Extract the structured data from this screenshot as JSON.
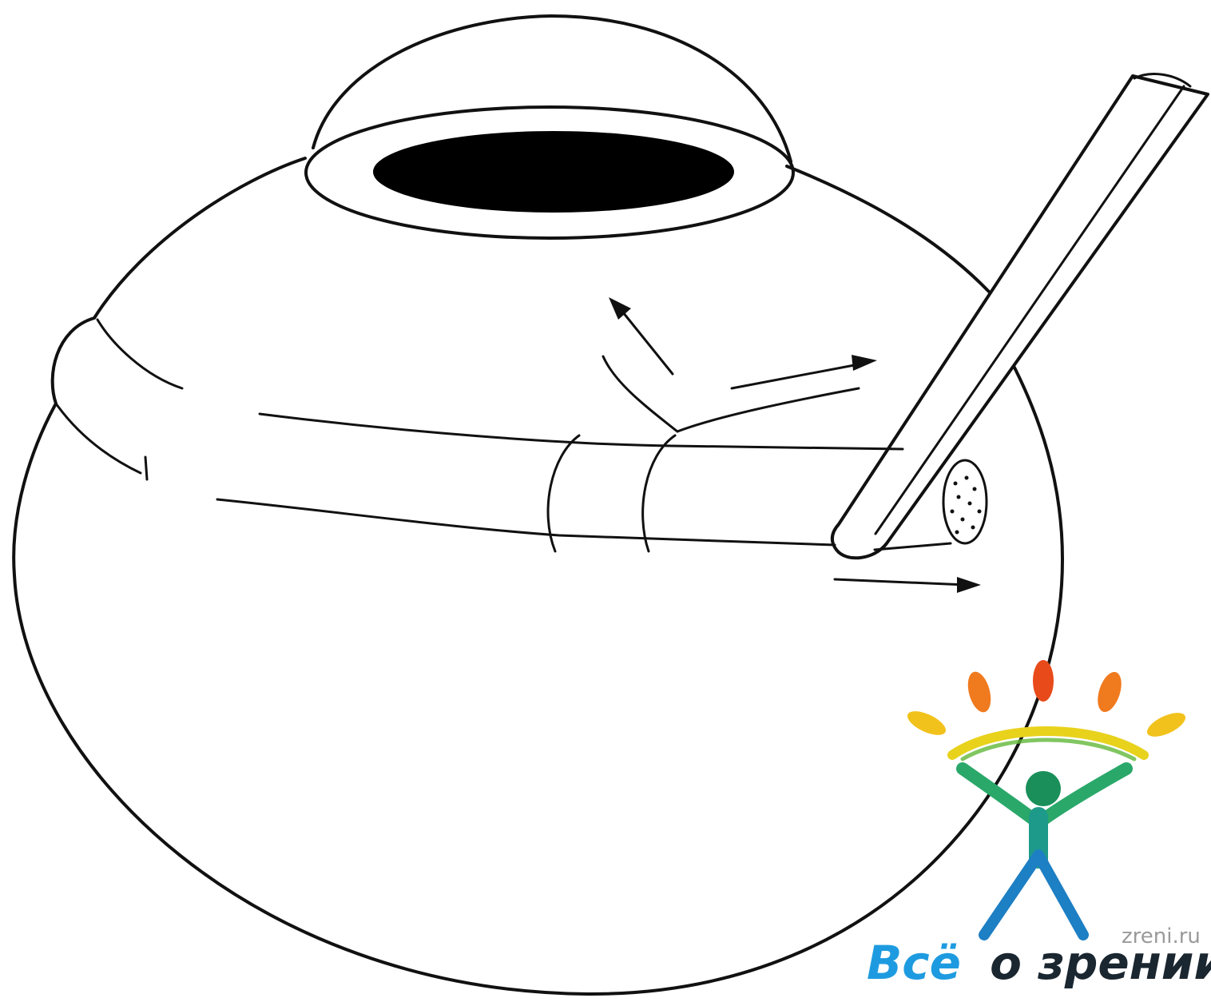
{
  "diagram": {
    "colors": {
      "ink": "#111111",
      "pupil": "#000000",
      "background": "#ffffff"
    }
  },
  "watermark": {
    "site_url": "zreni.ru",
    "text_part1": "Всё",
    "text_part2": "о зрении",
    "colors": {
      "text_blue": "#1e9be0",
      "text_dark": "#1a2630",
      "url_gray": "#9a9a9a",
      "figure_head": "#1a8f5a",
      "figure_body_top": "#2aa86a",
      "figure_body_bottom": "#1d7fc4",
      "arc_yellow": "#e8d21c",
      "arc_green": "#62b83a",
      "ray_orange": "#f07a1e",
      "ray_red": "#e84a1a",
      "ray_yellow": "#f2c21c"
    }
  }
}
